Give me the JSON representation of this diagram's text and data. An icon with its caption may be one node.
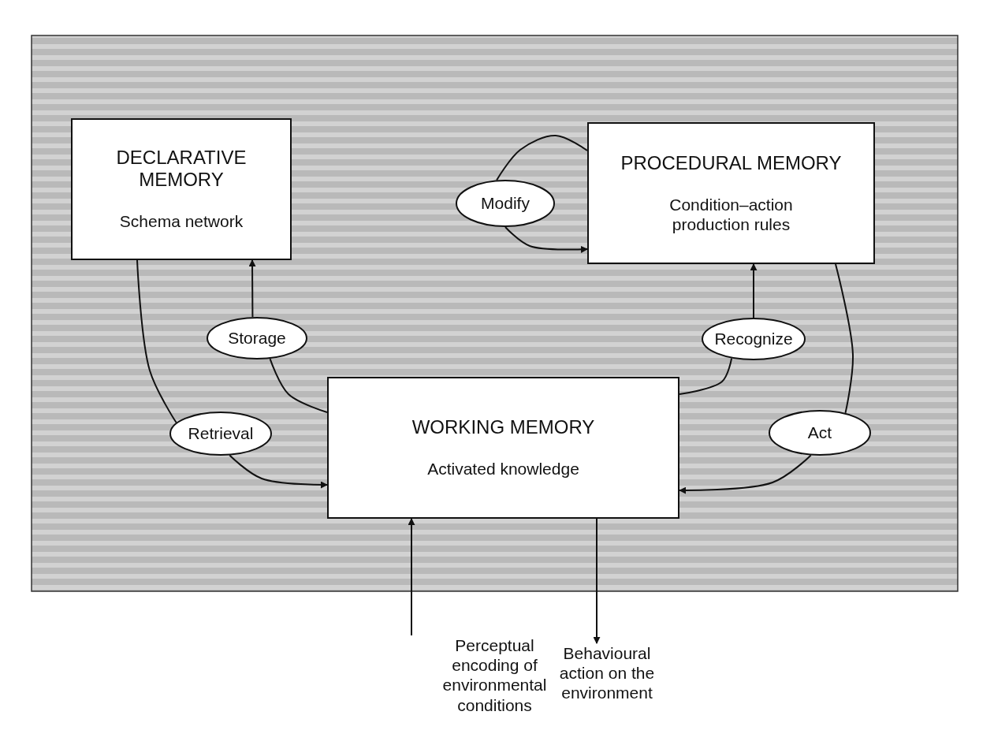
{
  "diagram": {
    "nodes": [
      {
        "text": [
          "DECLARATIVE MEMORY",
          "Schema network"
        ]
      },
      {
        "text": [
          "PROCEDURAL MEMORY",
          "Condition–action production rules"
        ]
      },
      {
        "text": [
          "Modify"
        ]
      },
      {
        "text": [
          "Storage"
        ]
      },
      {
        "text": [
          "Recognize"
        ]
      },
      {
        "text": [
          "Retrieval"
        ]
      },
      {
        "text": [
          "WORKING MEMORY",
          "Activated knowledge"
        ]
      },
      {
        "text": [
          "Act"
        ]
      },
      {
        "text": [
          "Perceptual encoding of environmental conditions"
        ]
      },
      {
        "text": [
          "Behavioural action on the environment"
        ]
      }
    ],
    "edges": [
      {
        "from": 1,
        "to": 2,
        "arrow": "none"
      },
      {
        "from": 2,
        "to": 1,
        "arrow": "to"
      },
      {
        "from": 6,
        "to": 3,
        "arrow": "none"
      },
      {
        "from": 3,
        "to": 0,
        "arrow": "to"
      },
      {
        "from": 0,
        "to": 5,
        "arrow": "none"
      },
      {
        "from": 5,
        "to": 6,
        "arrow": "to"
      },
      {
        "from": 6,
        "to": 4,
        "arrow": "none"
      },
      {
        "from": 4,
        "to": 1,
        "arrow": "to"
      },
      {
        "from": 1,
        "to": 7,
        "arrow": "none"
      },
      {
        "from": 7,
        "to": 6,
        "arrow": "to"
      },
      {
        "from": 8,
        "to": 6,
        "arrow": "to"
      },
      {
        "from": 6,
        "to": 9,
        "arrow": "to"
      }
    ]
  }
}
